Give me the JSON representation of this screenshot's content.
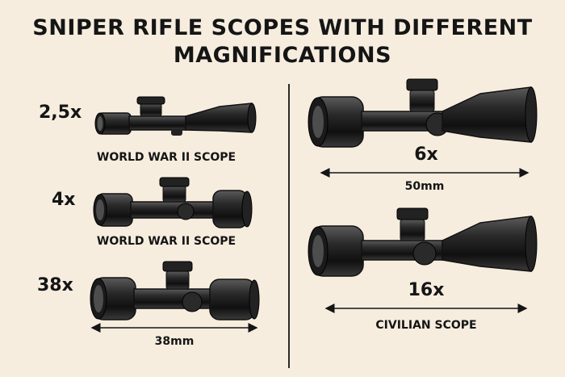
{
  "title": {
    "line1": "SNIPER RIFLE SCOPES WITH DIFFERENT",
    "line2": "MAGNIFICATIONS"
  },
  "left": [
    {
      "magnification": "2,5x",
      "label": "WORLD WAR II SCOPE"
    },
    {
      "magnification": "4x",
      "label": "WORLD WAR II SCOPE"
    },
    {
      "magnification": "38x",
      "dimension": "38mm"
    }
  ],
  "right": [
    {
      "magnification": "6x",
      "dimension": "50mm"
    },
    {
      "magnification": "16x",
      "label": "CIVILIAN SCOPE"
    }
  ],
  "colors": {
    "background": "#f6eddf",
    "ink": "#151515"
  }
}
